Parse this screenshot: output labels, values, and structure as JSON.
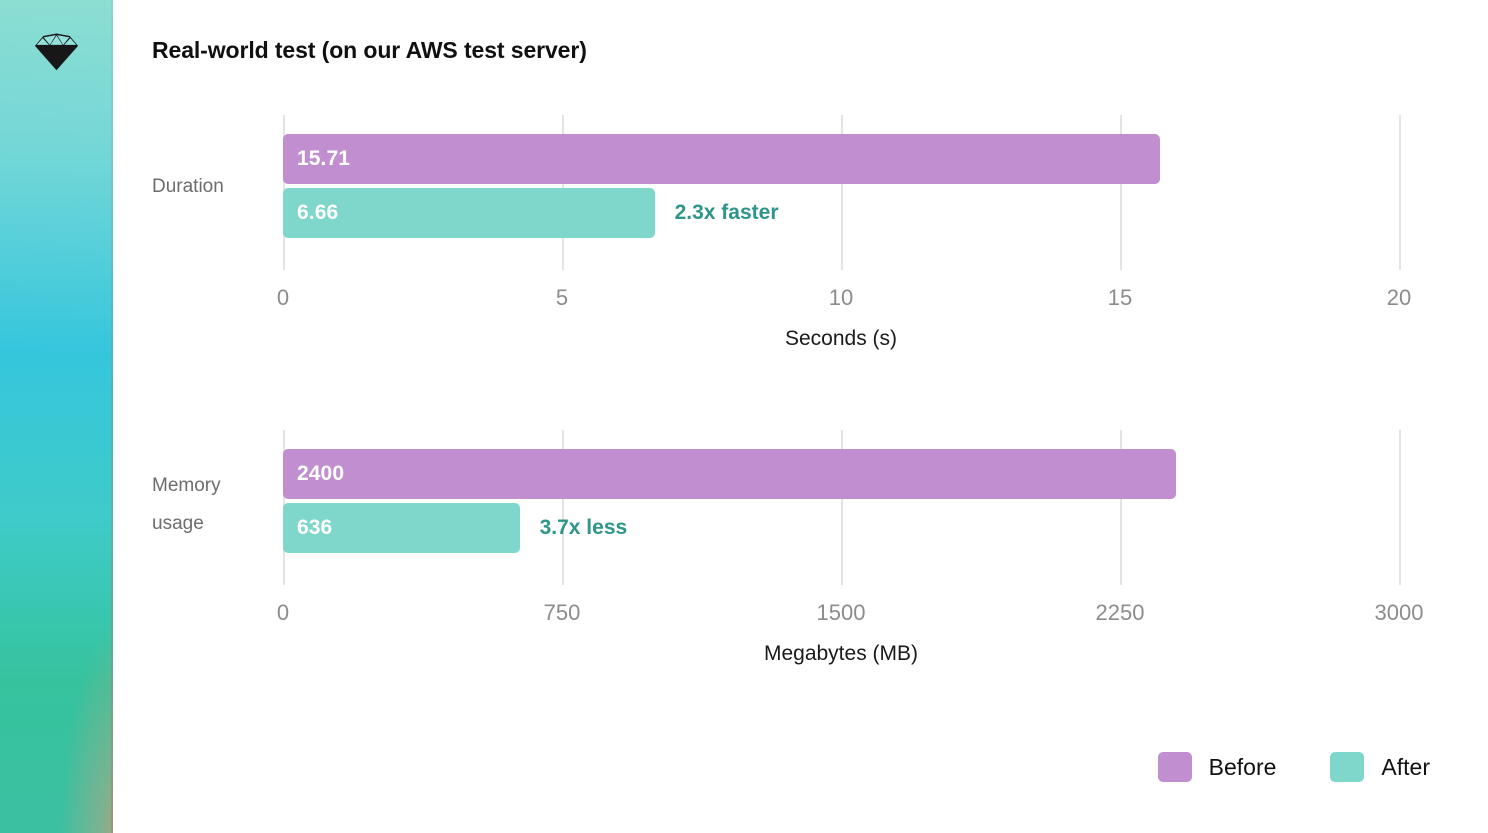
{
  "slide": {
    "title": "Real-world test (on our AWS test server)",
    "background": "#ffffff"
  },
  "brand": {
    "logo_icon": "sketch-diamond-icon",
    "rail_gradient_top": "#86dcd0",
    "rail_gradient_mid": "#35c6dd",
    "rail_gradient_bottom": "#3cc0a2",
    "rail_gradient_corner": "#baa078"
  },
  "colors": {
    "before": "#c18ed0",
    "after": "#7fd6cb",
    "annotation": "#2e9589",
    "category_label": "#6d6d6d",
    "tick_label": "#8c8c8c",
    "gridline": "#e4e4e4",
    "value_label": "#ffffff"
  },
  "legend": {
    "position": "bottom-right",
    "items": [
      {
        "label": "Before",
        "color": "#c18ed0",
        "swatch_name": "legend-swatch-before"
      },
      {
        "label": "After",
        "color": "#7fd6cb",
        "swatch_name": "legend-swatch-after"
      }
    ]
  },
  "chart_data": [
    {
      "type": "bar",
      "orientation": "horizontal",
      "title": "Duration",
      "category": "Duration",
      "xlabel": "Seconds (s)",
      "ylabel": "",
      "xlim": [
        0,
        20
      ],
      "ticks": [
        0,
        5,
        10,
        15,
        20
      ],
      "tick_labels": [
        "0",
        "5",
        "10",
        "15",
        "20"
      ],
      "grid": true,
      "series": [
        {
          "name": "Before",
          "value": 15.71,
          "value_label": "15.71",
          "color": "#c18ed0"
        },
        {
          "name": "After",
          "value": 6.66,
          "value_label": "6.66",
          "color": "#7fd6cb"
        }
      ],
      "annotation": "2.3x faster"
    },
    {
      "type": "bar",
      "orientation": "horizontal",
      "title": "Memory usage",
      "category_line1": "Memory",
      "category_line2": "usage",
      "xlabel": "Megabytes (MB)",
      "ylabel": "",
      "xlim": [
        0,
        3000
      ],
      "ticks": [
        0,
        750,
        1500,
        2250,
        3000
      ],
      "tick_labels": [
        "0",
        "750",
        "1500",
        "2250",
        "3000"
      ],
      "grid": true,
      "series": [
        {
          "name": "Before",
          "value": 2400,
          "value_label": "2400",
          "color": "#c18ed0"
        },
        {
          "name": "After",
          "value": 636,
          "value_label": "636",
          "color": "#7fd6cb"
        }
      ],
      "annotation": "3.7x less"
    }
  ]
}
